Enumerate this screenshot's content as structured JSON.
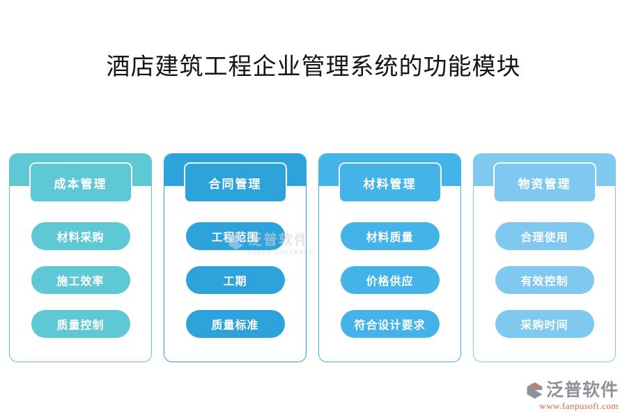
{
  "title": "酒店建筑工程企业管理系统的功能模块",
  "columns": [
    {
      "header": "成本管理",
      "color": "#5FC8D5",
      "items": [
        "材料采购",
        "施工效率",
        "质量控制"
      ]
    },
    {
      "header": "合同管理",
      "color": "#2EA2DB",
      "items": [
        "工程范围",
        "工期",
        "质量标准"
      ]
    },
    {
      "header": "材料管理",
      "color": "#44B4E8",
      "items": [
        "材料质量",
        "价格供应",
        "符合设计要求"
      ]
    },
    {
      "header": "物资管理",
      "color": "#7FC8F0",
      "items": [
        "合理使用",
        "有效控制",
        "采购时间"
      ]
    }
  ],
  "watermark": {
    "name": "泛普软件",
    "subtitle": "FANPU SOFTWARE"
  },
  "brand": {
    "name": "泛普软件",
    "url": "www.fanpusoft.com",
    "name_color": "#8D9298",
    "url_color": "#E0653F",
    "icon_gray": "#8E939B",
    "icon_orange": "#E2714F"
  }
}
